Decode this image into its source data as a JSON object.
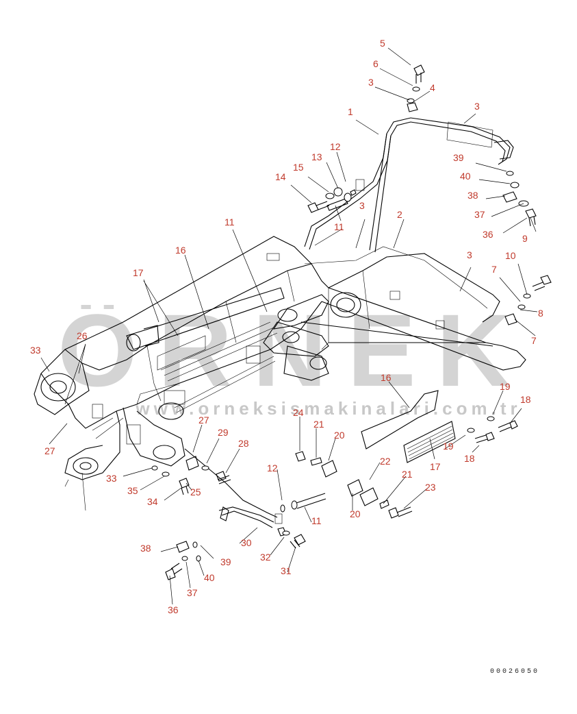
{
  "watermark": {
    "main_text": "ÖRNEK",
    "url_text": "www.orneksismakinalari.com.tr",
    "color": "#d4d4d4",
    "accent_color": "#f2d27a"
  },
  "label_color": "#c0392b",
  "drawing_code": "00026050",
  "callouts": [
    {
      "id": "c5",
      "text": "5"
    },
    {
      "id": "c6",
      "text": "6"
    },
    {
      "id": "c3a",
      "text": "3"
    },
    {
      "id": "c4",
      "text": "4"
    },
    {
      "id": "c1",
      "text": "1"
    },
    {
      "id": "c3b",
      "text": "3"
    },
    {
      "id": "c39a",
      "text": "39"
    },
    {
      "id": "c40a",
      "text": "40"
    },
    {
      "id": "c38a",
      "text": "38"
    },
    {
      "id": "c37a",
      "text": "37"
    },
    {
      "id": "c36a",
      "text": "36"
    },
    {
      "id": "c9",
      "text": "9"
    },
    {
      "id": "c12a",
      "text": "12"
    },
    {
      "id": "c13",
      "text": "13"
    },
    {
      "id": "c15",
      "text": "15"
    },
    {
      "id": "c14",
      "text": "14"
    },
    {
      "id": "c11a",
      "text": "11"
    },
    {
      "id": "c3c",
      "text": "3"
    },
    {
      "id": "c2",
      "text": "2"
    },
    {
      "id": "c11b",
      "text": "11"
    },
    {
      "id": "c16a",
      "text": "16"
    },
    {
      "id": "c3d",
      "text": "3"
    },
    {
      "id": "c10",
      "text": "10"
    },
    {
      "id": "c7a",
      "text": "7"
    },
    {
      "id": "c8",
      "text": "8"
    },
    {
      "id": "c7b",
      "text": "7"
    },
    {
      "id": "c17a",
      "text": "17"
    },
    {
      "id": "c26",
      "text": "26"
    },
    {
      "id": "c33a",
      "text": "33"
    },
    {
      "id": "c16b",
      "text": "16"
    },
    {
      "id": "c19a",
      "text": "19"
    },
    {
      "id": "c18a",
      "text": "18"
    },
    {
      "id": "c27a",
      "text": "27"
    },
    {
      "id": "c27b",
      "text": "27"
    },
    {
      "id": "c29",
      "text": "29"
    },
    {
      "id": "c28",
      "text": "28"
    },
    {
      "id": "c24",
      "text": "24"
    },
    {
      "id": "c21a",
      "text": "21"
    },
    {
      "id": "c20a",
      "text": "20"
    },
    {
      "id": "c19b",
      "text": "19"
    },
    {
      "id": "c18b",
      "text": "18"
    },
    {
      "id": "c17b",
      "text": "17"
    },
    {
      "id": "c22",
      "text": "22"
    },
    {
      "id": "c33b",
      "text": "33"
    },
    {
      "id": "c35",
      "text": "35"
    },
    {
      "id": "c34",
      "text": "34"
    },
    {
      "id": "c25",
      "text": "25"
    },
    {
      "id": "c12b",
      "text": "12"
    },
    {
      "id": "c11c",
      "text": "11"
    },
    {
      "id": "c21b",
      "text": "21"
    },
    {
      "id": "c23",
      "text": "23"
    },
    {
      "id": "c20b",
      "text": "20"
    },
    {
      "id": "c38b",
      "text": "38"
    },
    {
      "id": "c30",
      "text": "30"
    },
    {
      "id": "c39b",
      "text": "39"
    },
    {
      "id": "c32",
      "text": "32"
    },
    {
      "id": "c31",
      "text": "31"
    },
    {
      "id": "c40b",
      "text": "40"
    },
    {
      "id": "c37b",
      "text": "37"
    },
    {
      "id": "c36b",
      "text": "36"
    }
  ]
}
